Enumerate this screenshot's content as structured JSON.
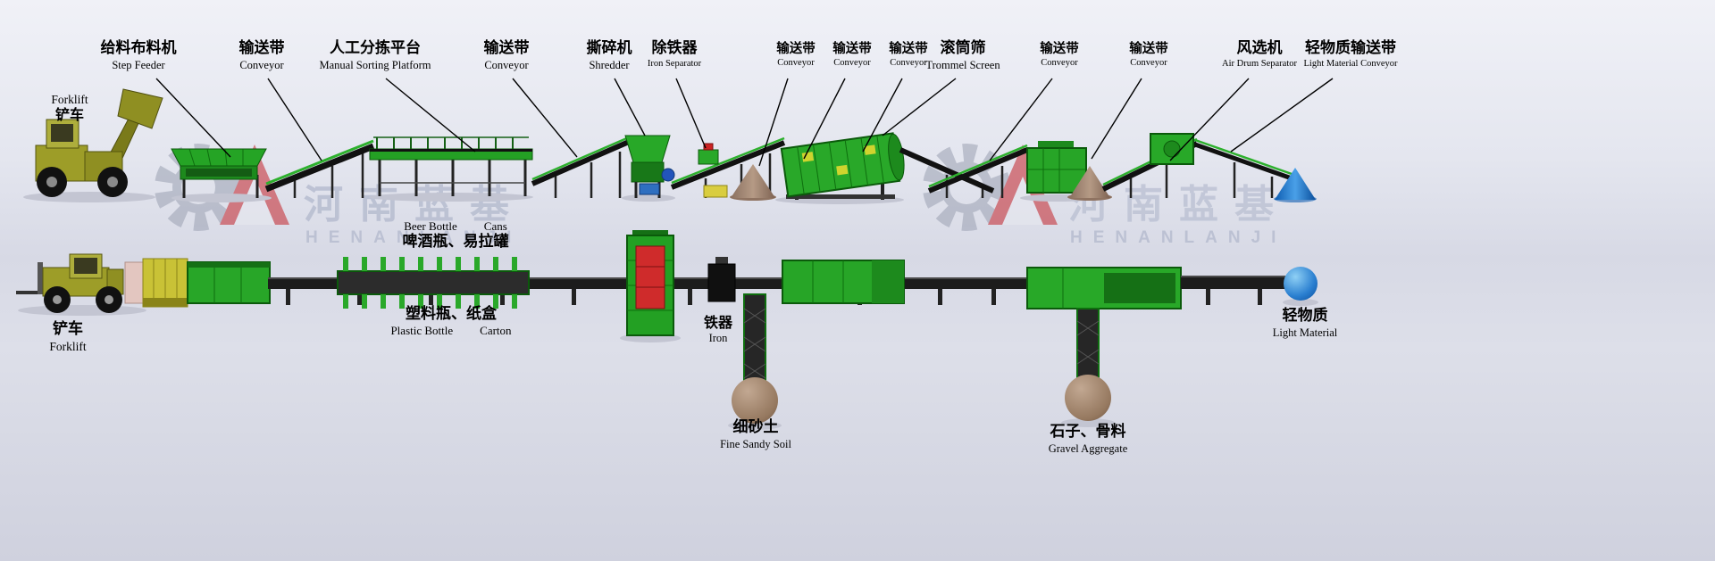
{
  "watermark": {
    "zh": "河南蓝基",
    "en": "HENANLANJI"
  },
  "colors": {
    "machine_green": "#28a828",
    "machine_green_dark": "#157015",
    "belt_black": "#1c1c1c",
    "forklift_yellow": "#9d9d28",
    "soil_brown": "#a78b76",
    "light_material_blue": "#1f7fd4",
    "accent_red": "#cf2b2b",
    "watermark_text_gray": "#b7bdd0",
    "watermark_red": "#c4242b"
  },
  "top_labels": [
    {
      "zh": "给料布料机",
      "en": "Step Feeder"
    },
    {
      "zh": "输送带",
      "en": "Conveyor"
    },
    {
      "zh": "人工分拣平台",
      "en": "Manual Sorting Platform"
    },
    {
      "zh": "输送带",
      "en": "Conveyor"
    },
    {
      "zh": "撕碎机",
      "en": "Shredder"
    },
    {
      "zh": "除铁器",
      "en": "Iron Separator"
    },
    {
      "zh": "输送带",
      "en": "Conveyor"
    },
    {
      "zh": "输送带",
      "en": "Conveyor"
    },
    {
      "zh": "输送带",
      "en": "Conveyor"
    },
    {
      "zh": "滚筒筛",
      "en": "Trommel Screen"
    },
    {
      "zh": "输送带",
      "en": "Conveyor"
    },
    {
      "zh": "输送带",
      "en": "Conveyor"
    },
    {
      "zh": "风选机",
      "en": "Air Drum Separator"
    },
    {
      "zh": "轻物质输送带",
      "en": "Light Material Conveyor"
    }
  ],
  "forklift_top": {
    "en": "Forklift",
    "zh": "铲车"
  },
  "outputs": {
    "beer_cans": {
      "en_a": "Beer Bottle",
      "en_b": "Cans",
      "zh": "啤酒瓶、易拉罐"
    },
    "plastic_carton": {
      "zh": "塑料瓶、纸盒",
      "en_a": "Plastic Bottle",
      "en_b": "Carton"
    },
    "iron": {
      "zh": "铁器",
      "en": "Iron"
    },
    "forklift": {
      "zh": "铲车",
      "en": "Forklift"
    },
    "fine_sandy_soil": {
      "zh": "细砂土",
      "en": "Fine Sandy Soil"
    },
    "gravel_aggregate": {
      "zh": "石子、骨料",
      "en": "Gravel Aggregate"
    },
    "light_material": {
      "zh": "轻物质",
      "en": "Light Material"
    }
  }
}
